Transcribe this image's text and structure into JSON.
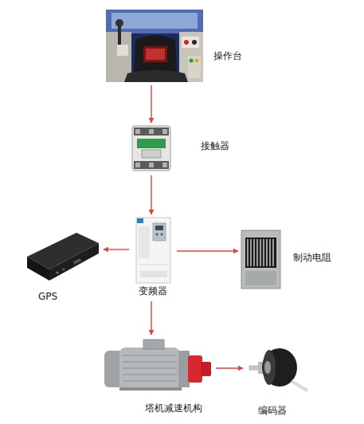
{
  "diagram": {
    "nodes": [
      {
        "text": [
          "操作台"
        ]
      },
      {
        "text": [
          "接触器"
        ]
      },
      {
        "text": [
          "变频器"
        ]
      },
      {
        "text": [
          "GPS"
        ]
      },
      {
        "text": [
          "制动电阻"
        ]
      },
      {
        "text": [
          "塔机减速机构"
        ]
      },
      {
        "text": [
          "编码器"
        ]
      }
    ],
    "edges": [
      {
        "from": 0,
        "to": 1,
        "arrow": "to"
      },
      {
        "from": 1,
        "to": 2,
        "arrow": "to"
      },
      {
        "from": 2,
        "to": 3,
        "arrow": "to"
      },
      {
        "from": 2,
        "to": 4,
        "arrow": "to"
      },
      {
        "from": 2,
        "to": 5,
        "arrow": "to"
      },
      {
        "from": 5,
        "to": 6,
        "arrow": "to"
      }
    ]
  }
}
